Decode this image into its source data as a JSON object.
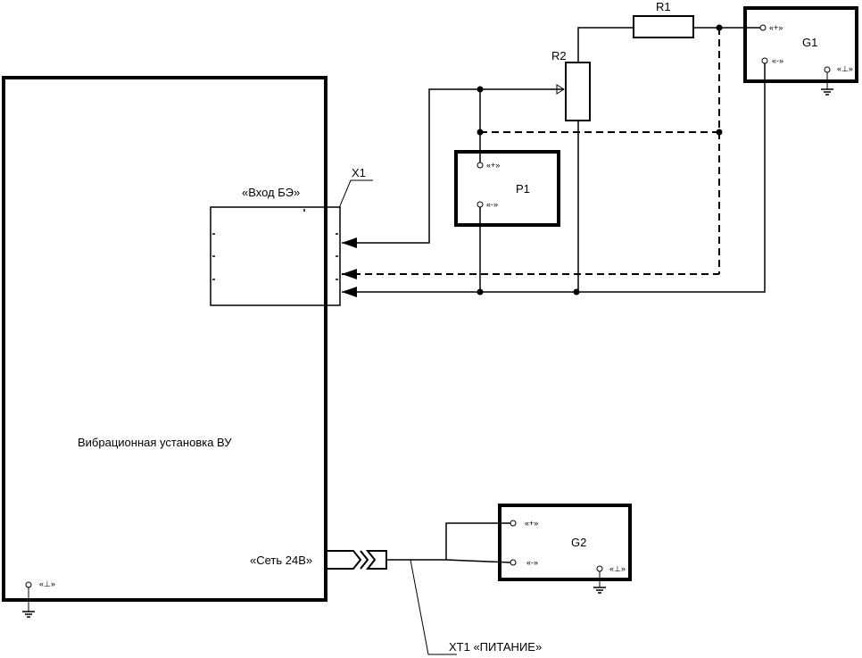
{
  "vu": {
    "label": "Вибрационная установка ВУ",
    "ground": "«⊥»"
  },
  "connector_x1": {
    "ref": "X1",
    "label": "«Вход БЭ»"
  },
  "power_in": {
    "label": "«Сеть 24В»"
  },
  "cable": {
    "label": "ХТ1 «ПИТАНИЕ»"
  },
  "r1": {
    "ref": "R1"
  },
  "r2": {
    "ref": "R2"
  },
  "p1": {
    "ref": "P1",
    "plus": "«+»",
    "minus": "«-»"
  },
  "g1": {
    "ref": "G1",
    "plus": "«+»",
    "minus": "«-»",
    "ground": "«⊥»"
  },
  "g2": {
    "ref": "G2",
    "plus": "«+»",
    "minus": "«-»",
    "ground": "«⊥»"
  },
  "colors": {
    "line": "#000000",
    "background": "#ffffff"
  }
}
